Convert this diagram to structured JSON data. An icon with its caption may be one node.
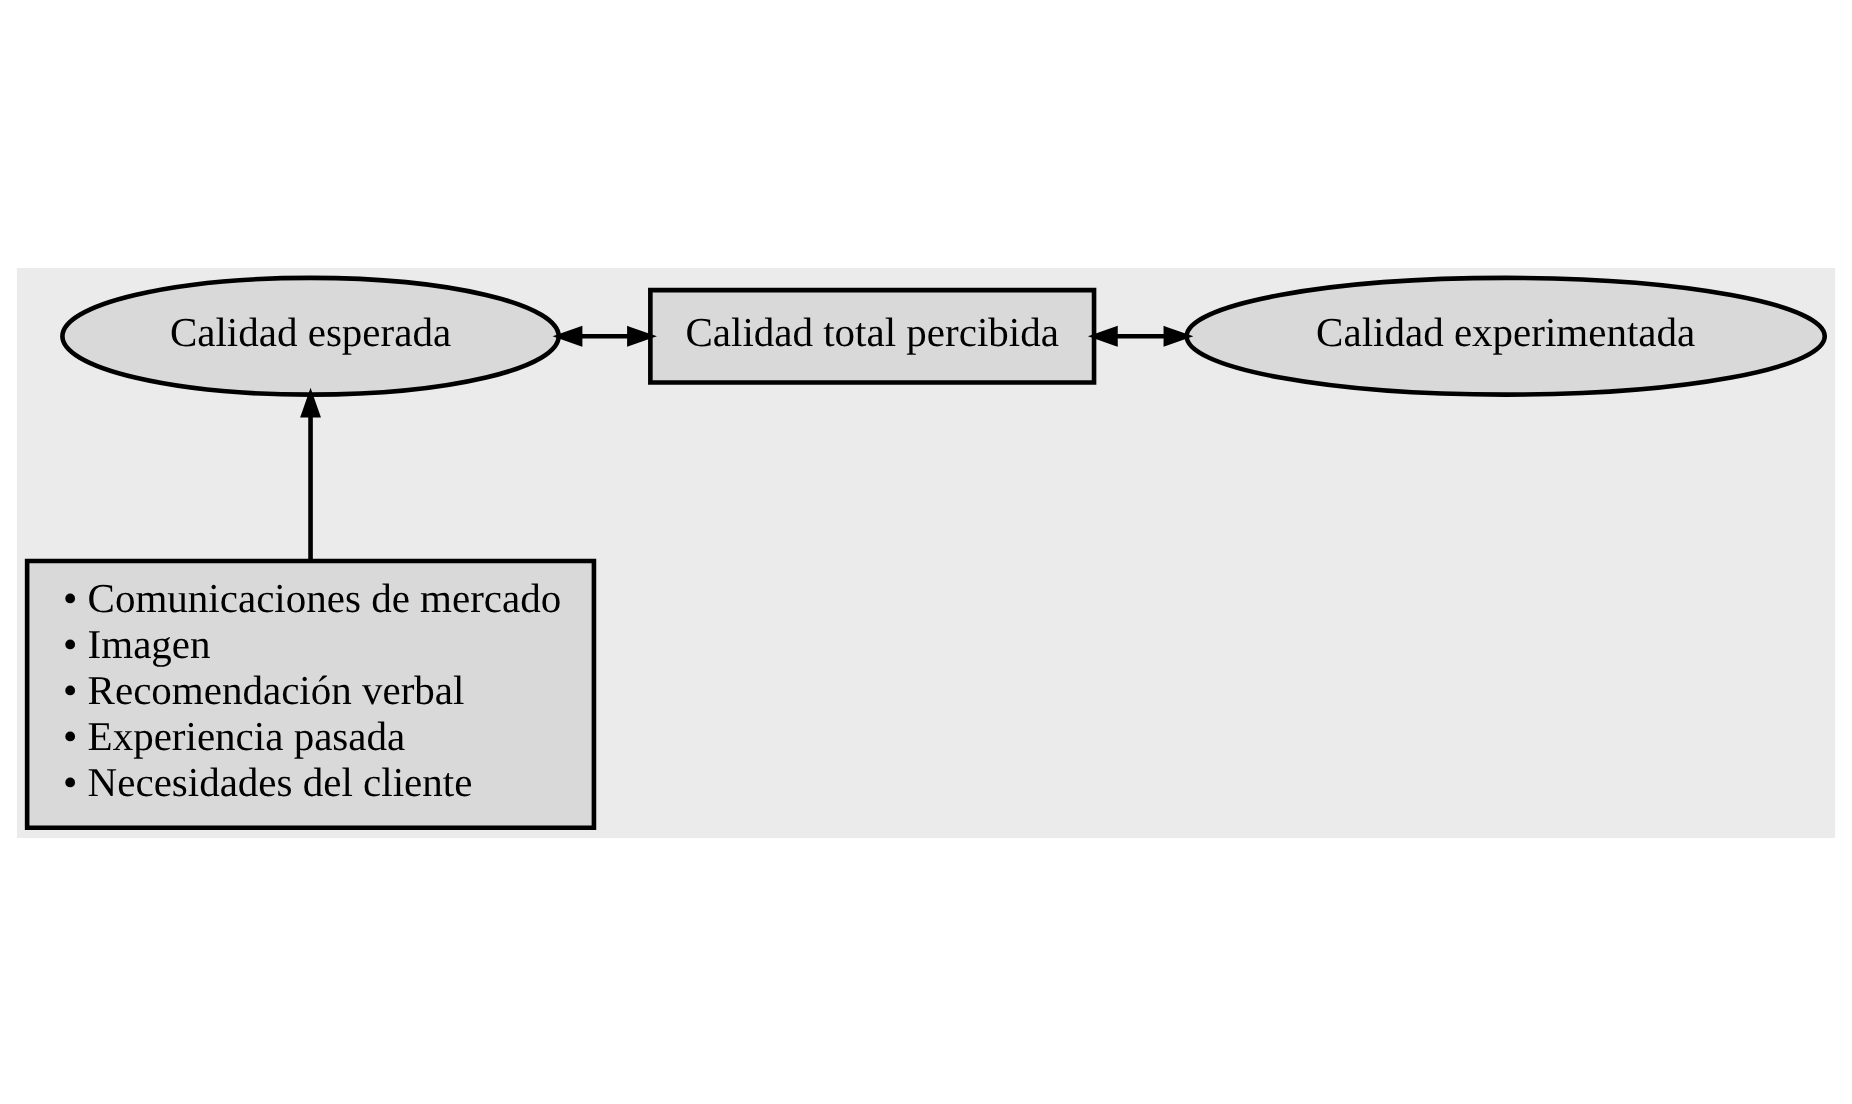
{
  "diagram": {
    "nodes": [
      {
        "text": [
          "Calidad esperada"
        ]
      },
      {
        "text": [
          "Calidad total percibida"
        ]
      },
      {
        "text": [
          "Calidad experimentada"
        ]
      },
      {
        "text": [
          "• Comunicaciones de mercado",
          "• Imagen",
          "• Recomendación verbal",
          "• Experiencia pasada",
          "• Necesidades del cliente"
        ]
      }
    ],
    "edges": [
      {
        "from": 0,
        "to": 1,
        "arrow": "both"
      },
      {
        "from": 1,
        "to": 2,
        "arrow": "both"
      },
      {
        "from": 3,
        "to": 0,
        "arrow": "to"
      }
    ]
  }
}
